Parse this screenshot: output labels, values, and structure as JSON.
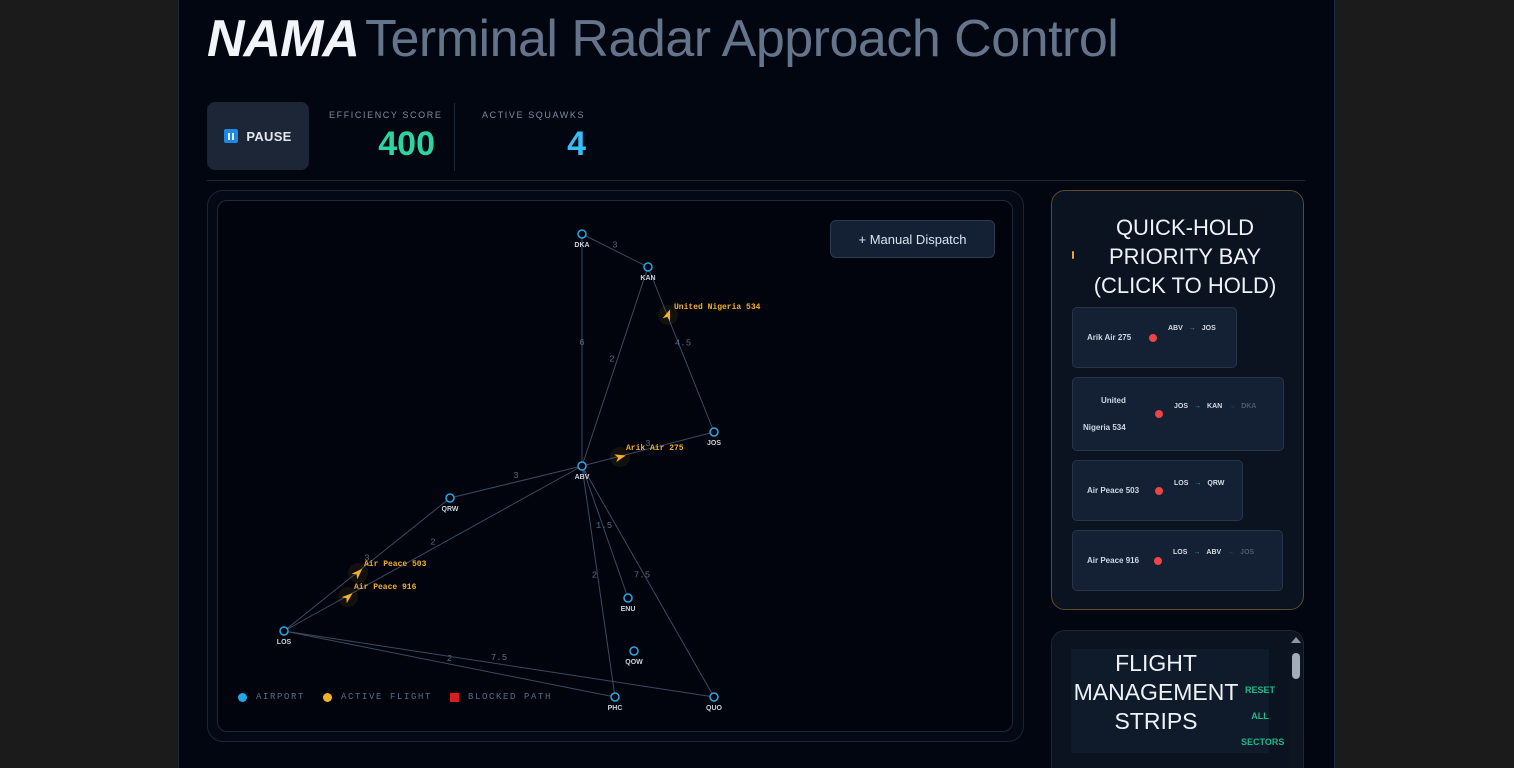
{
  "header": {
    "brand": "NAMA",
    "title": "Terminal Radar Approach Control"
  },
  "controls": {
    "pause_label": "PAUSE",
    "efficiency_label": "EFFICIENCY SCORE",
    "efficiency_value": "400",
    "squawks_label": "ACTIVE SQUAWKS",
    "squawks_value": "4"
  },
  "radar": {
    "dispatch_label": "+ Manual Dispatch",
    "legend": {
      "airport": "AIRPORT",
      "flight": "ACTIVE FLIGHT",
      "blocked": "BLOCKED PATH"
    },
    "airports": [
      "DKA",
      "KAN",
      "JOS",
      "ABV",
      "QRW",
      "LOS",
      "ENU",
      "QOW",
      "PHC",
      "QUO"
    ],
    "routes": [
      {
        "from": "DKA",
        "to": "KAN",
        "weight": "3"
      },
      {
        "from": "DKA",
        "to": "ABV",
        "weight": "6"
      },
      {
        "from": "KAN",
        "to": "ABV",
        "weight": "2"
      },
      {
        "from": "KAN",
        "to": "JOS",
        "weight": "4.5"
      },
      {
        "from": "ABV",
        "to": "JOS",
        "weight": "3"
      },
      {
        "from": "ABV",
        "to": "QRW",
        "weight": "3"
      },
      {
        "from": "ABV",
        "to": "LOS",
        "weight": "2"
      },
      {
        "from": "QRW",
        "to": "LOS",
        "weight": "3"
      },
      {
        "from": "ABV",
        "to": "ENU",
        "weight": "1.5"
      },
      {
        "from": "ABV",
        "to": "PHC",
        "weight": "2"
      },
      {
        "from": "ABV",
        "to": "QUO",
        "weight": "7.5"
      },
      {
        "from": "LOS",
        "to": "PHC",
        "weight": "2"
      },
      {
        "from": "LOS",
        "to": "QUO",
        "weight": "7.5"
      }
    ],
    "flights": [
      "United Nigeria 534",
      "Arik Air 275",
      "Air Peace 503",
      "Air Peace 916"
    ]
  },
  "hold_bay": {
    "title": "QUICK-HOLD PRIORITY BAY (CLICK TO HOLD)",
    "strips": [
      {
        "callsign": "Arik Air 275",
        "route": [
          "ABV",
          "JOS"
        ]
      },
      {
        "callsign_line1": "United",
        "callsign_line2": "Nigeria 534",
        "route": [
          "JOS",
          "KAN",
          "DKA"
        ]
      },
      {
        "callsign": "Air Peace 503",
        "route": [
          "LOS",
          "QRW"
        ]
      },
      {
        "callsign": "Air Peace 916",
        "route": [
          "LOS",
          "ABV",
          "JOS"
        ]
      }
    ],
    "arrow": "→"
  },
  "management": {
    "title": "FLIGHT MANAGEMENT STRIPS",
    "reset_label": "RESET ALL SECTORS"
  },
  "colors": {
    "accent_green": "#2dd4a0",
    "accent_blue": "#38bdf8",
    "flight_amber": "#f5b02a",
    "blocked_red": "#d81f1f",
    "airport_blue": "#22a8e8"
  }
}
